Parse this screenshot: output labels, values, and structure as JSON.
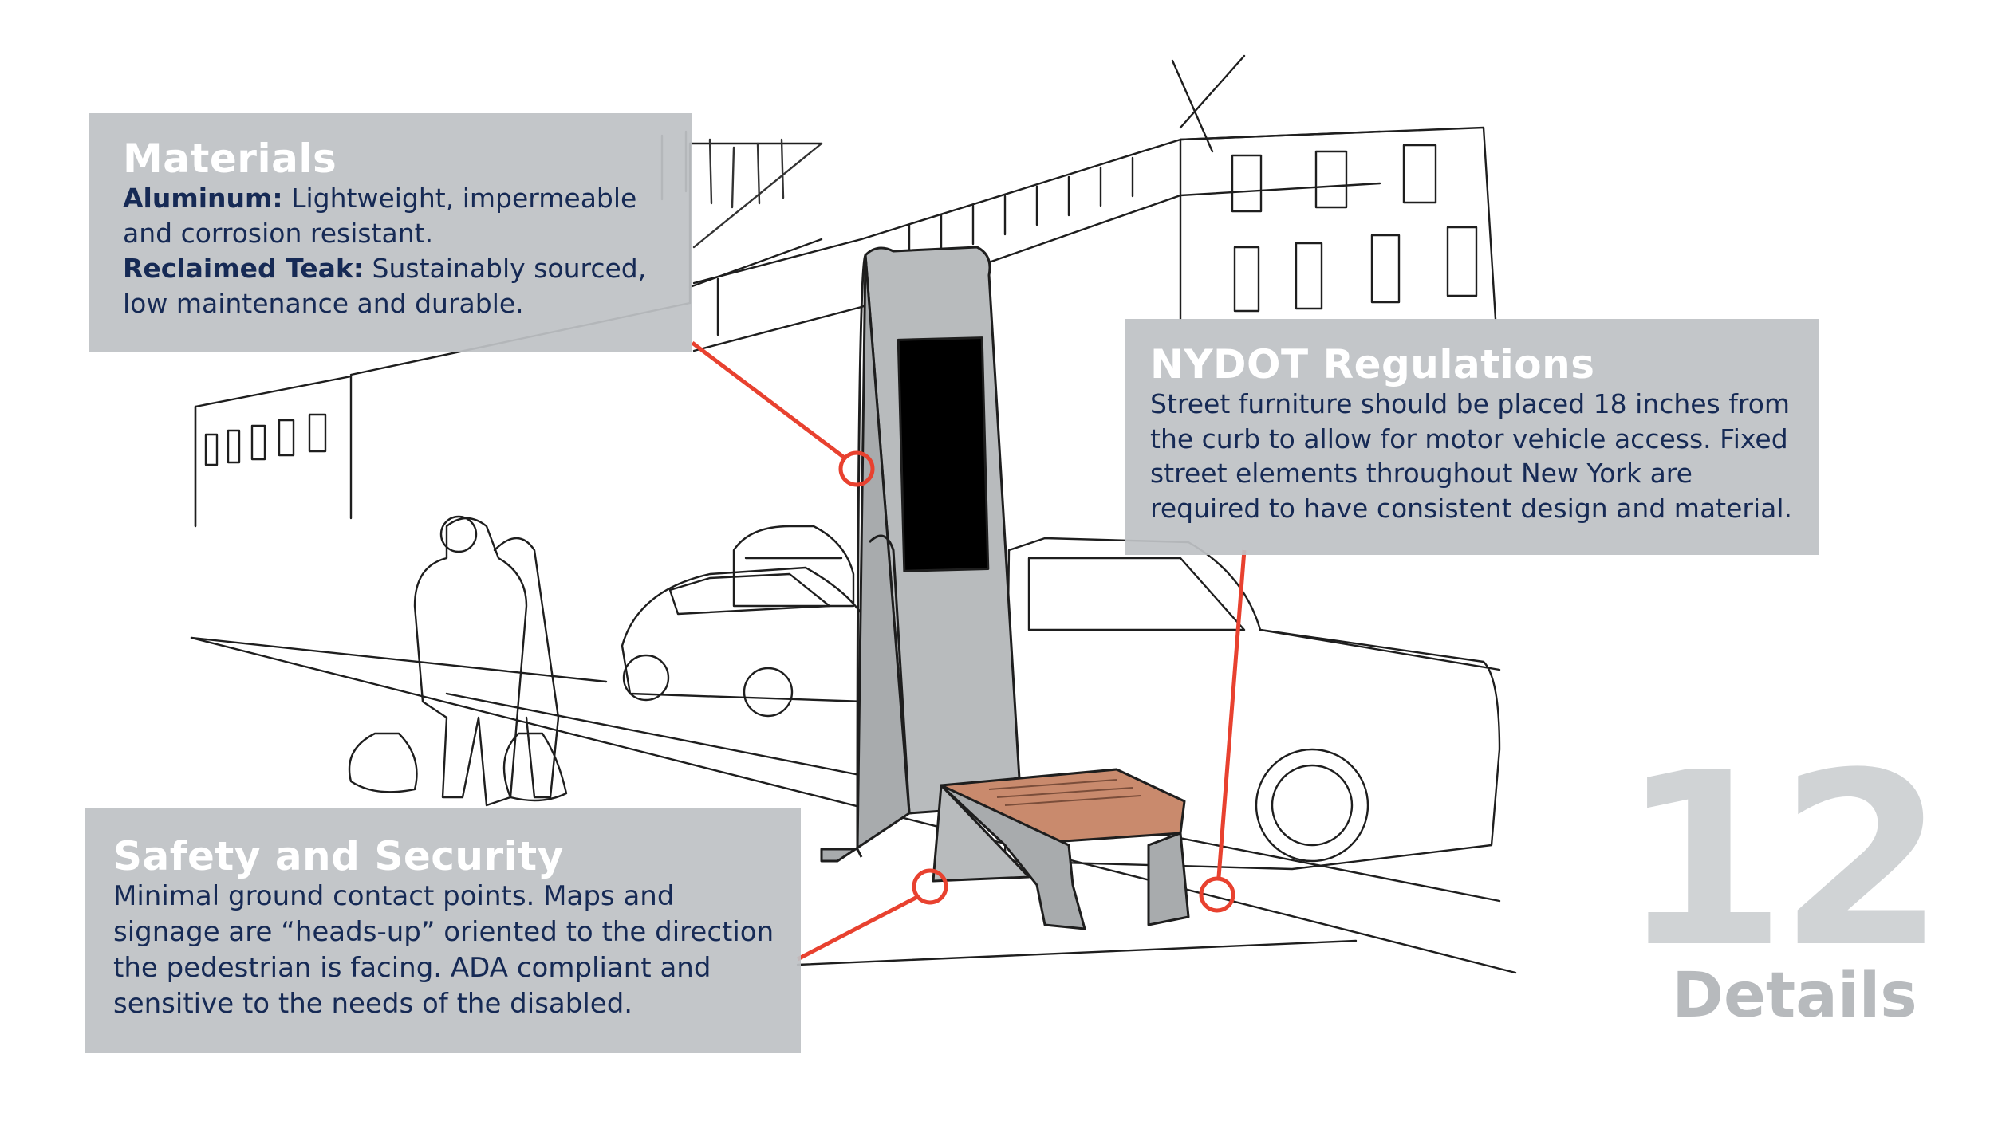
{
  "materials": {
    "title": "Materials",
    "items": [
      {
        "term": "Aluminum:",
        "text": " Lightweight, impermeable and corrosion resistant."
      },
      {
        "term": "Reclaimed Teak:",
        "text": " Sustainably sourced, low maintenance and durable."
      }
    ]
  },
  "nydot": {
    "title": "NYDOT Regulations",
    "body": "Street furniture should be placed 18 inches from the curb to allow for motor vehicle access. Fixed street elements throughout New York are required to have consistent design and material."
  },
  "safety": {
    "title": "Safety and Security",
    "body": "Minimal ground contact points. Maps and signage are “heads-up” oriented to the direction the pedestrian is facing. ADA compliant and sensitive to the needs of the disabled."
  },
  "page": {
    "number": "12",
    "label": "Details"
  },
  "colors": {
    "callout_bg": "#bec2c5",
    "heading": "#ffffff",
    "body_text": "#162a55",
    "leader_line": "#e8412f",
    "kiosk": "#b8bbbd",
    "screen": "#000000",
    "teak": "#c98a6d",
    "page_number": "#d0d3d5"
  }
}
